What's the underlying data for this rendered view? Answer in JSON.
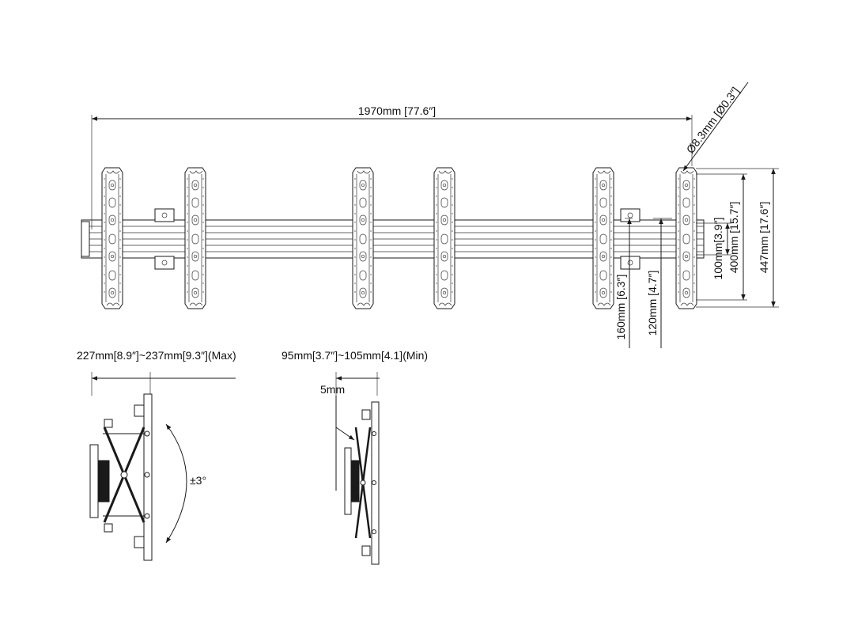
{
  "dimensions": {
    "overall_width": "1970mm [77.6″]",
    "hole_diameter": "Ø8.3mm [Ø0.3″]",
    "pitch_100": "100mm[3.9″]",
    "height_400": "400mm [15.7″]",
    "height_447": "447mm [17.6″]",
    "rail_160": "160mm [6.3″]",
    "rail_120": "120mm [4.7″]",
    "depth_max": "227mm[8.9″]~237mm[9.3″](Max)",
    "depth_min": "95mm[3.7″]~105mm[4.1](Min)",
    "gap_5mm": "5mm",
    "tilt": "±3°"
  },
  "colors": {
    "line": "#1a1a1a",
    "background": "#ffffff"
  }
}
